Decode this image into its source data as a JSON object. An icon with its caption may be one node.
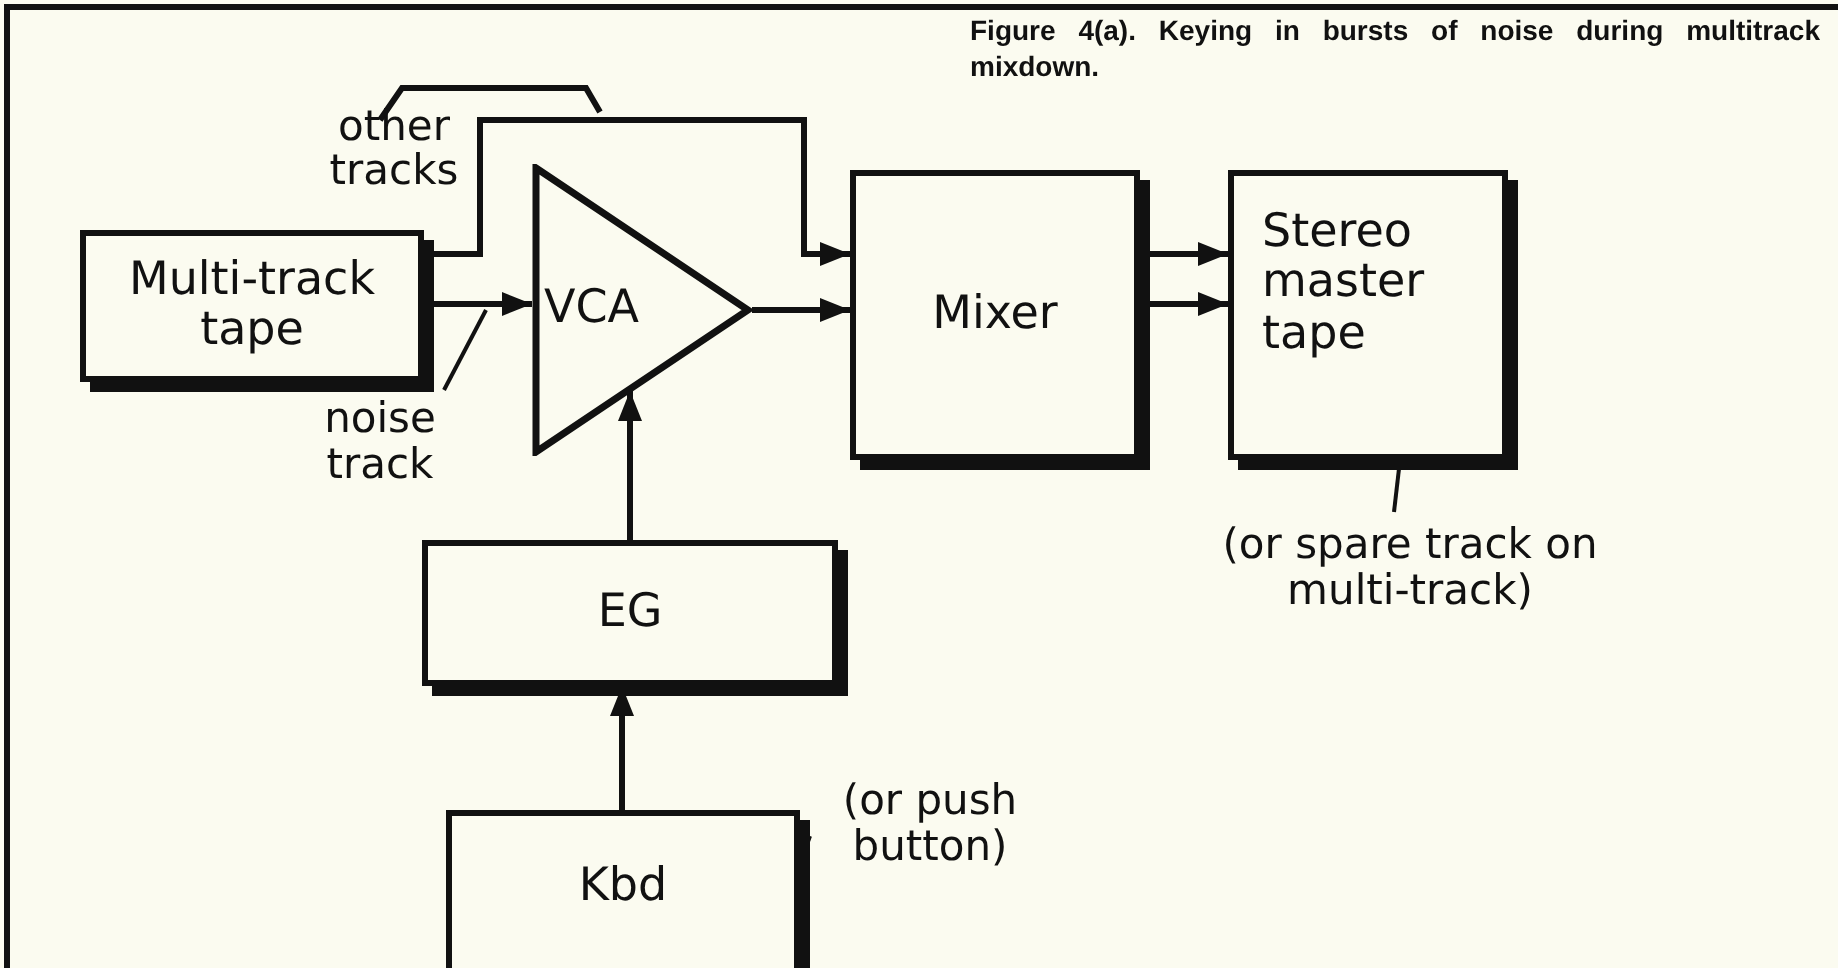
{
  "diagram": {
    "title": "Figure 4(a). Keying in bursts of noise during multitrack mixdown.",
    "nodes": [
      {
        "text": [
          "Multi-track tape"
        ]
      },
      {
        "text": [
          "VCA"
        ]
      },
      {
        "text": [
          "Mixer"
        ]
      },
      {
        "text": [
          "Stereo master tape"
        ]
      },
      {
        "text": [
          "EG"
        ]
      },
      {
        "text": [
          "Kbd"
        ]
      },
      {
        "text": [
          "noise track"
        ]
      },
      {
        "text": [
          "(or spare track on multi-track)"
        ]
      },
      {
        "text": [
          "(or push button)"
        ]
      }
    ],
    "edges": [
      {
        "from": 0,
        "to": 1,
        "arrow": "to"
      },
      {
        "from": 0,
        "to": 2,
        "arrow": "to"
      },
      {
        "from": 1,
        "to": 2,
        "arrow": "to"
      },
      {
        "from": 2,
        "to": 3,
        "arrow": "to"
      },
      {
        "from": 2,
        "to": 3,
        "arrow": "to"
      },
      {
        "from": 4,
        "to": 1,
        "arrow": "to"
      },
      {
        "from": 5,
        "to": 4,
        "arrow": "to"
      },
      {
        "from": 6,
        "to": null,
        "arrow": "none"
      },
      {
        "from": 7,
        "to": 3,
        "arrow": "none"
      },
      {
        "from": 8,
        "to": 5,
        "arrow": "none"
      }
    ],
    "labels": [
      "other tracks"
    ]
  }
}
